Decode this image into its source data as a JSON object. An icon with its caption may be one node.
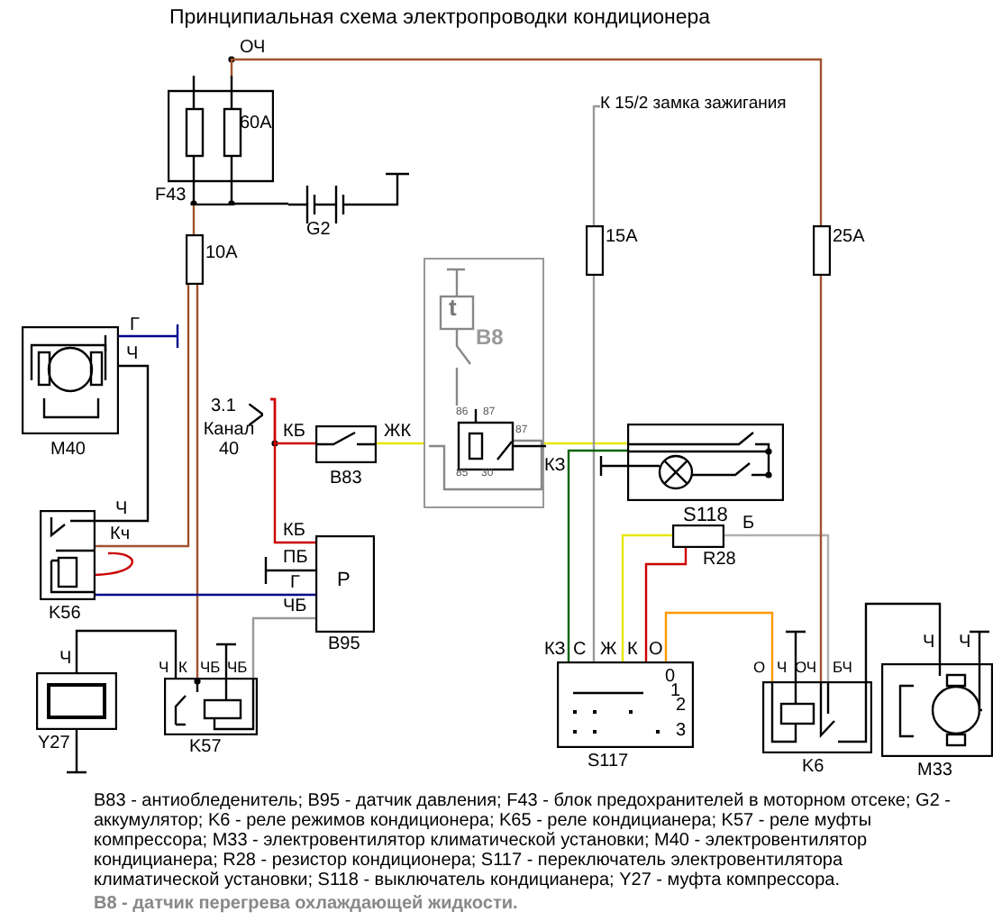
{
  "diagram": {
    "title": "Принципиальная схема электропроводки кондиционера",
    "nodes": [
      {
        "text": [
          "60А",
          "F43"
        ]
      },
      {
        "text": [
          "G2"
        ]
      },
      {
        "text": [
          "К 15/2 замка зажигания"
        ]
      },
      {
        "text": [
          "10А"
        ]
      },
      {
        "text": [
          "15А"
        ]
      },
      {
        "text": [
          "25А"
        ]
      },
      {
        "text": [
          "t",
          "B8"
        ]
      },
      {
        "text": [
          "M40"
        ]
      },
      {
        "text": [
          "3.1",
          "Канал 40"
        ]
      },
      {
        "text": [
          "B83"
        ]
      },
      {
        "text": [
          "S118"
        ]
      },
      {
        "text": [
          "R28"
        ]
      },
      {
        "text": [
          "K56"
        ]
      },
      {
        "text": [
          "P",
          "B95"
        ]
      },
      {
        "text": [
          "0",
          "1",
          "2",
          "3",
          "S117"
        ]
      },
      {
        "text": [
          "Y27"
        ]
      },
      {
        "text": [
          "K57"
        ]
      },
      {
        "text": [
          "K6"
        ]
      },
      {
        "text": [
          "M33"
        ]
      }
    ],
    "edges": [
      {
        "from": 0,
        "to": 5,
        "arrow": "none",
        "color": "#a0522d"
      },
      {
        "from": 0,
        "to": 1,
        "arrow": "none",
        "color": "#000000"
      },
      {
        "from": 0,
        "to": 3,
        "arrow": "none",
        "color": "#a0522d"
      },
      {
        "from": 3,
        "to": 12,
        "arrow": "none",
        "color": "#a0522d"
      },
      {
        "from": 3,
        "to": 16,
        "arrow": "none",
        "color": "#a0522d"
      },
      {
        "from": 7,
        "to": 12,
        "arrow": "none",
        "color": "#000000"
      },
      {
        "from": 12,
        "to": 13,
        "arrow": "none",
        "color": "#00008b"
      },
      {
        "from": 8,
        "to": 9,
        "arrow": "none",
        "color": "#cc0000"
      },
      {
        "from": 8,
        "to": 13,
        "arrow": "none",
        "color": "#cc0000"
      },
      {
        "from": 9,
        "to": 6,
        "arrow": "none",
        "color": "#e6e600"
      },
      {
        "from": 6,
        "to": 10,
        "arrow": "none",
        "color": "#e6e600"
      },
      {
        "from": 2,
        "to": 4,
        "arrow": "none",
        "color": "#999999"
      },
      {
        "from": 4,
        "to": 14,
        "arrow": "none",
        "color": "#999999"
      },
      {
        "from": 10,
        "to": 14,
        "arrow": "none",
        "color": "#006400"
      },
      {
        "from": 11,
        "to": 14,
        "arrow": "none",
        "color": "#e6e600"
      },
      {
        "from": 11,
        "to": 14,
        "arrow": "none",
        "color": "#cc0000"
      },
      {
        "from": 11,
        "to": 17,
        "arrow": "none",
        "color": "#b0b0b0"
      },
      {
        "from": 5,
        "to": 17,
        "arrow": "none",
        "color": "#a0522d"
      },
      {
        "from": 14,
        "to": 17,
        "arrow": "none",
        "color": "#ff9900"
      },
      {
        "from": 17,
        "to": 18,
        "arrow": "none",
        "color": "#000000"
      },
      {
        "from": 13,
        "to": 16,
        "arrow": "none",
        "color": "#999999"
      },
      {
        "from": 15,
        "to": 16,
        "arrow": "none",
        "color": "#000000"
      }
    ],
    "labels": [
      "ОЧ",
      "Г",
      "Ч",
      "КБ",
      "ЖК",
      "86",
      "87",
      "87",
      "85",
      "30",
      "КЗ",
      "Ч",
      "Кч",
      "Б",
      "КБ",
      "ПБ",
      "Г",
      "ЧБ",
      "КЗ",
      "С",
      "Ж",
      "К",
      "О",
      "Ч",
      "Ч",
      "К",
      "ЧБ",
      "ЧБ",
      "Ч",
      "Ч",
      "О",
      "Ч",
      "ОЧ",
      "БЧ",
      "B83 - антиобледенитель; B95 - датчик давления; F43 - блок предохранителей в моторном отсеке; G2 - аккумулятор; K6 - реле режимов кондиционера; K65 - реле кондицианера; K57 - реле муфты компрессора; M33 - электровентилятор климатической установки; M40 - электровентилятор кондицианера; R28 - резистор кондиционера; S117 - переключатель электровентилятора климатической установки; S118 - выключатель кондицианера; Y27 - муфта компрессора.",
      "B8 - датчик перегрева охлаждающей жидкости."
    ]
  }
}
